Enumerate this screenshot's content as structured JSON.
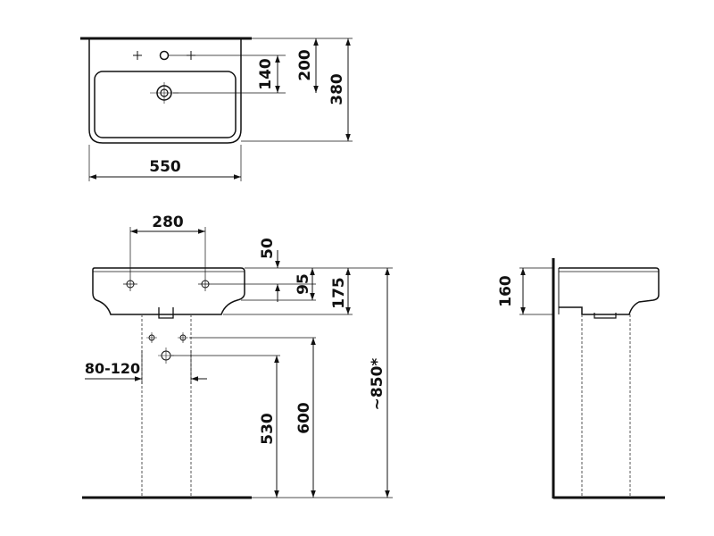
{
  "dimensions": {
    "top_width": "550",
    "top_depth": "380",
    "top_hole_200": "200",
    "top_hole_140": "140",
    "front_280": "280",
    "front_50": "50",
    "front_95": "95",
    "front_175": "175",
    "front_80_120": "80-120",
    "front_530": "530",
    "front_600": "600",
    "front_850": "~850*",
    "side_160": "160"
  },
  "colors": {
    "line": "#111111",
    "hidden_line": "#555555",
    "background": "#ffffff"
  }
}
